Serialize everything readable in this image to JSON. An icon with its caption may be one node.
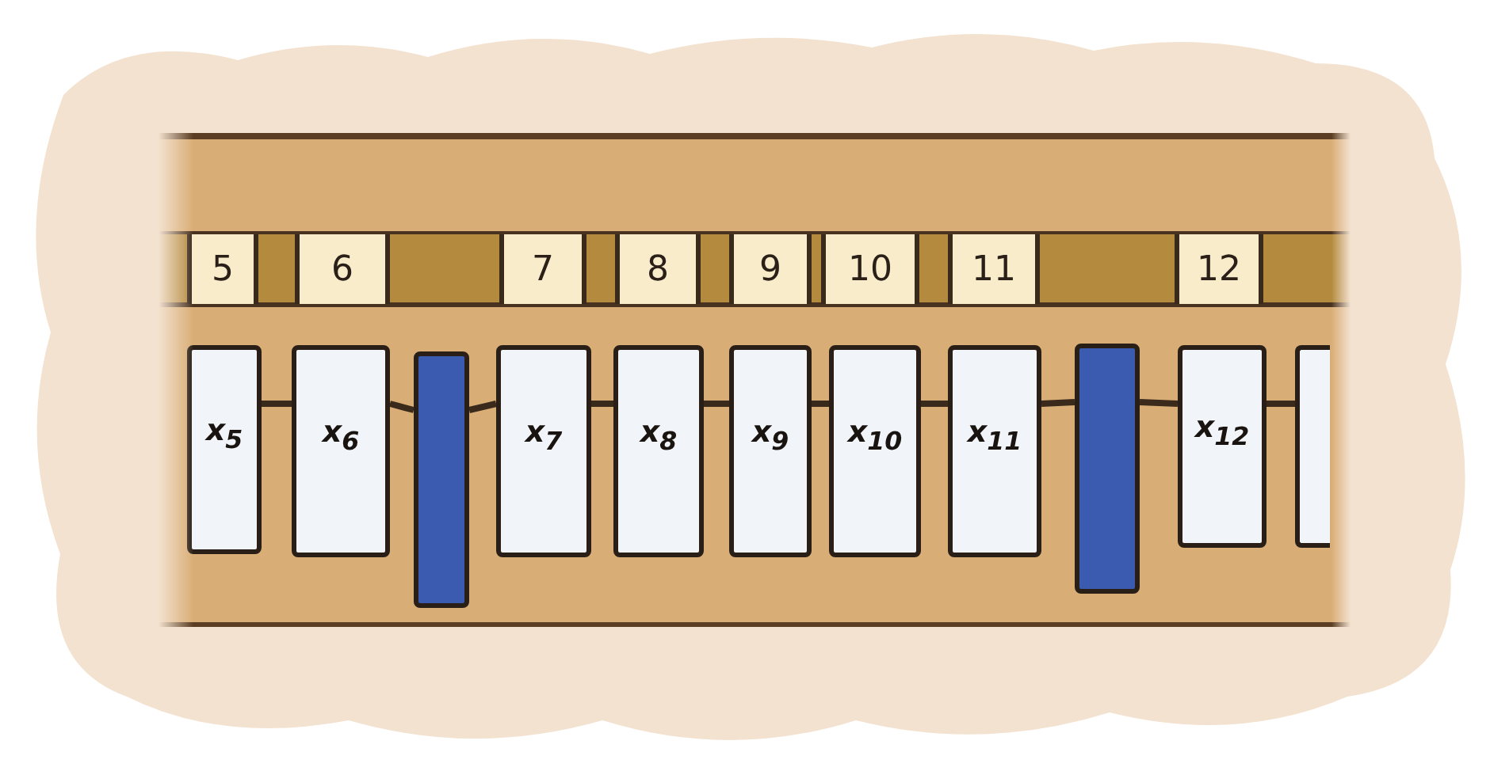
{
  "diagram": {
    "nodes": [
      {
        "text": [
          "5"
        ]
      },
      {
        "text": [
          "6"
        ]
      },
      {
        "text": [
          "7"
        ]
      },
      {
        "text": [
          "8"
        ]
      },
      {
        "text": [
          "9"
        ]
      },
      {
        "text": [
          "10"
        ]
      },
      {
        "text": [
          "11"
        ]
      },
      {
        "text": [
          "12"
        ]
      },
      {
        "text": [
          "x$_{5}$"
        ]
      },
      {
        "text": [
          "x$_{6}$"
        ]
      },
      {
        "text": [],
        "shape": "bar"
      },
      {
        "text": [
          "x$_{7}$"
        ]
      },
      {
        "text": [
          "x$_{8}$"
        ]
      },
      {
        "text": [
          "x$_{9}$"
        ]
      },
      {
        "text": [
          "x$_{10}$"
        ]
      },
      {
        "text": [
          "x$_{11}$"
        ]
      },
      {
        "text": [],
        "shape": "bar"
      },
      {
        "text": [
          "x$_{12}$"
        ]
      },
      {
        "text": [],
        "shape": "box"
      }
    ],
    "edges": [
      {
        "from": 8,
        "to": 9,
        "arrow": "none"
      },
      {
        "from": 9,
        "to": 10,
        "arrow": "none"
      },
      {
        "from": 10,
        "to": 11,
        "arrow": "none"
      },
      {
        "from": 11,
        "to": 12,
        "arrow": "none"
      },
      {
        "from": 12,
        "to": 13,
        "arrow": "none"
      },
      {
        "from": 13,
        "to": 14,
        "arrow": "none"
      },
      {
        "from": 14,
        "to": 15,
        "arrow": "none"
      },
      {
        "from": 15,
        "to": 16,
        "arrow": "none"
      },
      {
        "from": 16,
        "to": 17,
        "arrow": "none"
      },
      {
        "from": 17,
        "to": 18,
        "arrow": "none"
      }
    ]
  }
}
